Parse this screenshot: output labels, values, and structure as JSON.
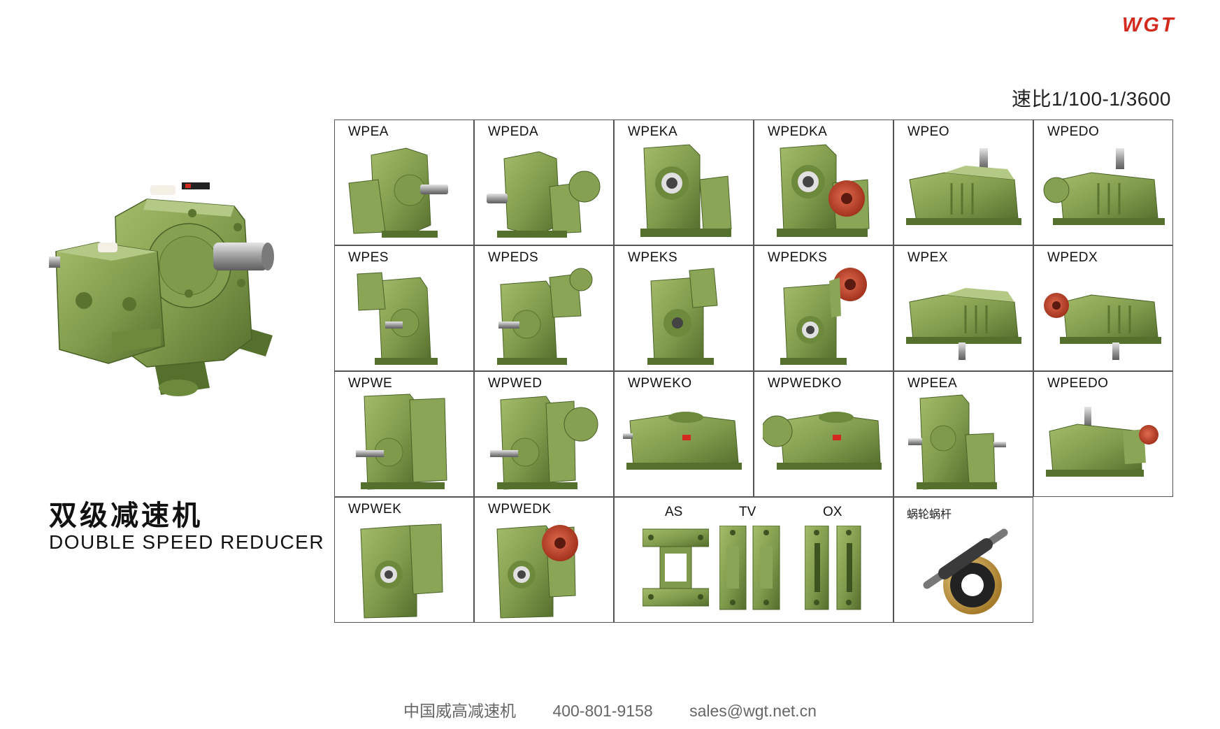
{
  "logo": {
    "text": "WGT",
    "color": "#d42a1e"
  },
  "ratio": "速比1/100-1/3600",
  "hero": {
    "title_cn": "双级减速机",
    "title_en": "DOUBLE SPEED REDUCER"
  },
  "colors": {
    "green": "#7f9a4b",
    "green_dark": "#55702d",
    "green_light": "#a9bf74",
    "flange_red": "#c7442c",
    "brass": "#c9a24a"
  },
  "grid": {
    "row1": [
      "WPEA",
      "WPEDA",
      "WPEKA",
      "WPEDKA",
      "WPEO",
      "WPEDO"
    ],
    "row2": [
      "WPES",
      "WPEDS",
      "WPEKS",
      "WPEDKS",
      "WPEX",
      "WPEDX"
    ],
    "row3": [
      "WPWE",
      "WPWED",
      "WPWEKO",
      "WPWEDKO",
      "WPEEA",
      "WPEEDO"
    ],
    "row4": [
      "WPWEK",
      "WPWEDK"
    ],
    "accessories": {
      "as": "AS",
      "tv": "TV",
      "ox": "OX"
    },
    "worm_gear": "蜗轮蜗杆"
  },
  "footer": {
    "company": "中国威高减速机",
    "phone": "400-801-9158",
    "email": "sales@wgt.net.cn"
  }
}
